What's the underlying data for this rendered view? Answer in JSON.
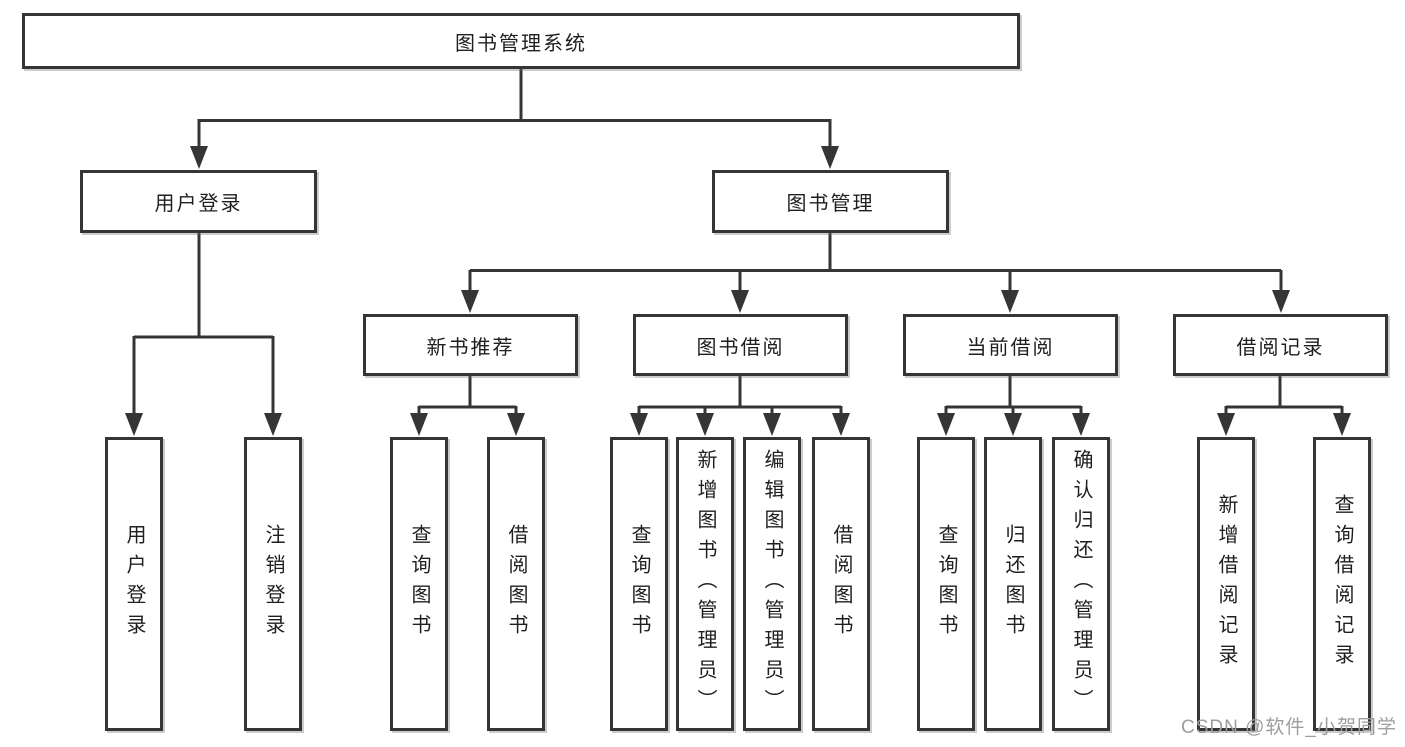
{
  "diagram_title": "图书管理系统",
  "watermark": "CSDN @软件_小贺同学",
  "colors": {
    "line": "#353535",
    "box_border": "#353535",
    "box_fill": "#ffffff",
    "text": "#1f1f1f",
    "watermark": "#9e9e9e",
    "background": "#ffffff"
  },
  "tree": {
    "label": "图书管理系统",
    "children": [
      {
        "label": "用户登录",
        "children": [
          {
            "label": "用户登录"
          },
          {
            "label": "注销登录"
          }
        ]
      },
      {
        "label": "图书管理",
        "children": [
          {
            "label": "新书推荐",
            "children": [
              {
                "label": "查询图书"
              },
              {
                "label": "借阅图书"
              }
            ]
          },
          {
            "label": "图书借阅",
            "children": [
              {
                "label": "查询图书"
              },
              {
                "label": "新增图书（管理员）"
              },
              {
                "label": "编辑图书（管理员）"
              },
              {
                "label": "借阅图书"
              }
            ]
          },
          {
            "label": "当前借阅",
            "children": [
              {
                "label": "查询图书"
              },
              {
                "label": "归还图书"
              },
              {
                "label": "确认归还（管理员）"
              }
            ]
          },
          {
            "label": "借阅记录",
            "children": [
              {
                "label": "新增借阅记录"
              },
              {
                "label": "查询借阅记录"
              }
            ]
          }
        ]
      }
    ]
  }
}
